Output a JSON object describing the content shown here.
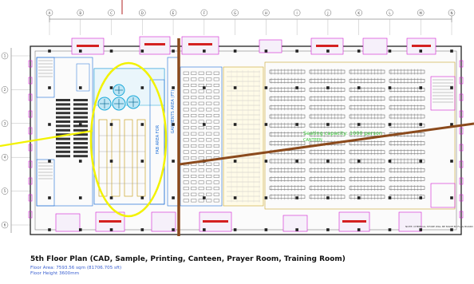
{
  "plan": {
    "title": "5th Floor Plan (CAD, Sample, Printing, Canteen, Prayer Room, Training Room)",
    "floor_area": "Floor Area: 7593.56 sqm (81706.705 sft)",
    "floor_height": "Floor Height 3600mm"
  },
  "rooms": {
    "fabric_area": "FAB AREA FOR",
    "garments_area": "GARMENTS AREA (FT)",
    "canteen_label": "Seating capacity: 1000 person",
    "canteen_sub": "CANTEEN"
  },
  "grid": {
    "columns": [
      "A",
      "B",
      "C",
      "D",
      "E",
      "F",
      "G",
      "H",
      "I",
      "J",
      "K",
      "L",
      "M",
      "N"
    ],
    "rows": [
      "1",
      "2",
      "3",
      "4",
      "5",
      "6"
    ]
  },
  "notes": {
    "corner_note": "NOTE: CHEMICAL STORE WILL BE MADE BY FLAG BOARD"
  },
  "colors": {
    "annotation_yellow": "#f2f200",
    "markup_brown": "#8b4a1c",
    "wall_blue": "#1f6fd6",
    "wall_magenta": "#d21fd2",
    "canteen_green": "#38c838",
    "cyan_equipment": "#19a8d8"
  }
}
